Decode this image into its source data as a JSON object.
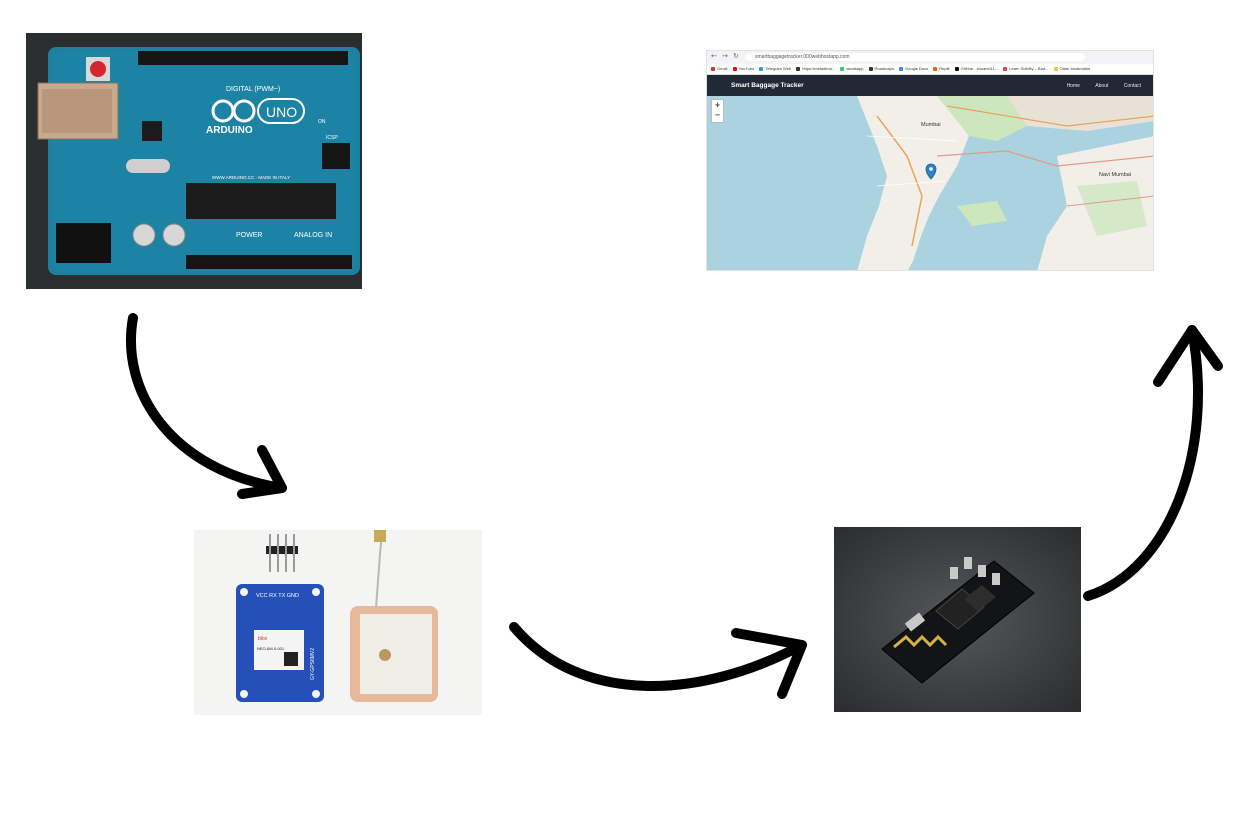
{
  "arduino": {
    "brand": "ARDUINO",
    "model": "UNO",
    "digital_label": "DIGITAL (PWM~)",
    "power_label": "POWER",
    "analog_label": "ANALOG IN",
    "website": "WWW.ARDUINO.CC - MADE IN ITALY",
    "icsp_label": "ICSP",
    "on_label": "ON"
  },
  "gps": {
    "pins_label": "VCC RX TX GND",
    "chip_brand": "blox",
    "chip_model": "NEO-6M-0-001",
    "board_label": "GY-GPS6MV2"
  },
  "browser": {
    "url": "smartbaggagetracker.000webhostapp.com",
    "bookmarks": [
      "Gmail",
      "YouTube",
      "Telegram Web",
      "https://metadima...",
      "whatsapp",
      "Roadmaps",
      "Google Docs",
      "Replit",
      "GitHub - shuanct11...",
      "Learn Solidity – Bad...",
      "Other bookmarks"
    ],
    "app_title": "Smart Baggage Tracker",
    "nav_links": [
      "Home",
      "About",
      "Contact"
    ],
    "zoom_in": "+",
    "zoom_out": "−",
    "map_labels": [
      "Mumbai",
      "Navi Mumbai"
    ]
  },
  "colors": {
    "arduino_board": "#1e7fa0",
    "gps_board": "#2450b8",
    "patch_antenna": "#e8b89a",
    "esp_board": "#121416",
    "navbar": "#212936",
    "water": "#aad3df",
    "land": "#f2efe9",
    "arrow": "#000000"
  }
}
